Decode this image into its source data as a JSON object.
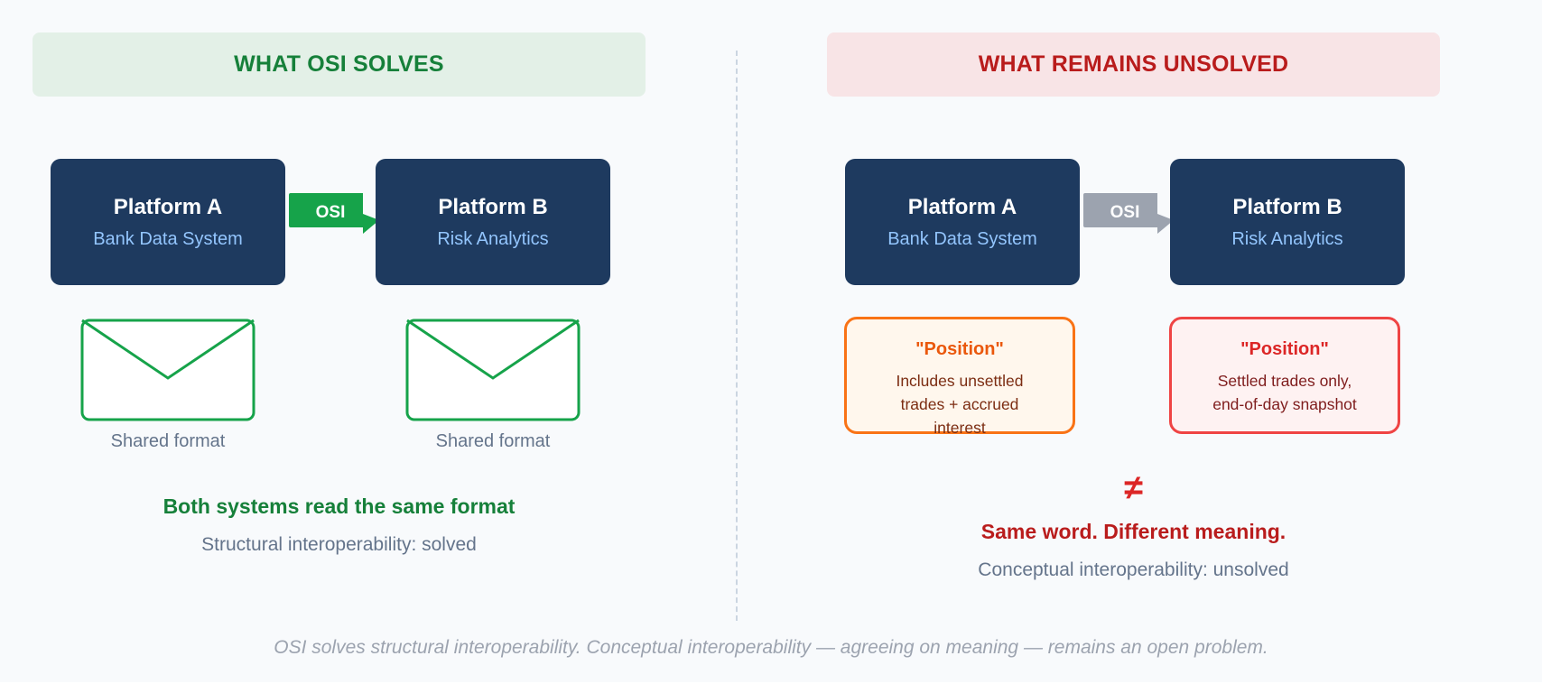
{
  "left_panel": {
    "header": "WHAT OSI SOLVES",
    "platform_a": {
      "title": "Platform A",
      "subtitle": "Bank Data System"
    },
    "platform_b": {
      "title": "Platform B",
      "subtitle": "Risk Analytics"
    },
    "connector_label": "OSI",
    "envelope_a_caption": "Shared format",
    "envelope_b_caption": "Shared format",
    "summary": "Both systems read the same format",
    "status": "Structural interoperability: solved"
  },
  "right_panel": {
    "header": "WHAT REMAINS UNSOLVED",
    "platform_a": {
      "title": "Platform A",
      "subtitle": "Bank Data System"
    },
    "platform_b": {
      "title": "Platform B",
      "subtitle": "Risk Analytics"
    },
    "connector_label": "OSI",
    "definition_a": {
      "term": "\"Position\"",
      "description": "Includes unsettled trades + accrued interest"
    },
    "definition_b": {
      "term": "\"Position\"",
      "description": "Settled trades only, end-of-day snapshot"
    },
    "not_equal_symbol": "≠",
    "summary": "Same word. Different meaning.",
    "status": "Conceptual interoperability: unsolved"
  },
  "footer": "OSI solves structural interoperability. Conceptual interoperability — agreeing on meaning — remains an open problem.",
  "colors": {
    "solved_green": "#16a34a",
    "unsolved_red": "#dc2626",
    "platform_navy": "#1e3a5f",
    "subtitle_blue": "#93c5fd",
    "connector_gray": "#9ca3af",
    "orange_accent": "#f97316"
  },
  "icons": {
    "envelope": "envelope-icon",
    "arrow": "arrow-right-icon"
  }
}
